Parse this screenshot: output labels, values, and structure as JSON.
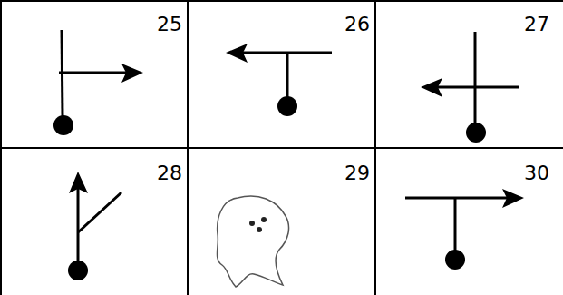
{
  "diagram": {
    "labels": [
      "25",
      "26",
      "27",
      "28",
      "29",
      "30"
    ]
  }
}
